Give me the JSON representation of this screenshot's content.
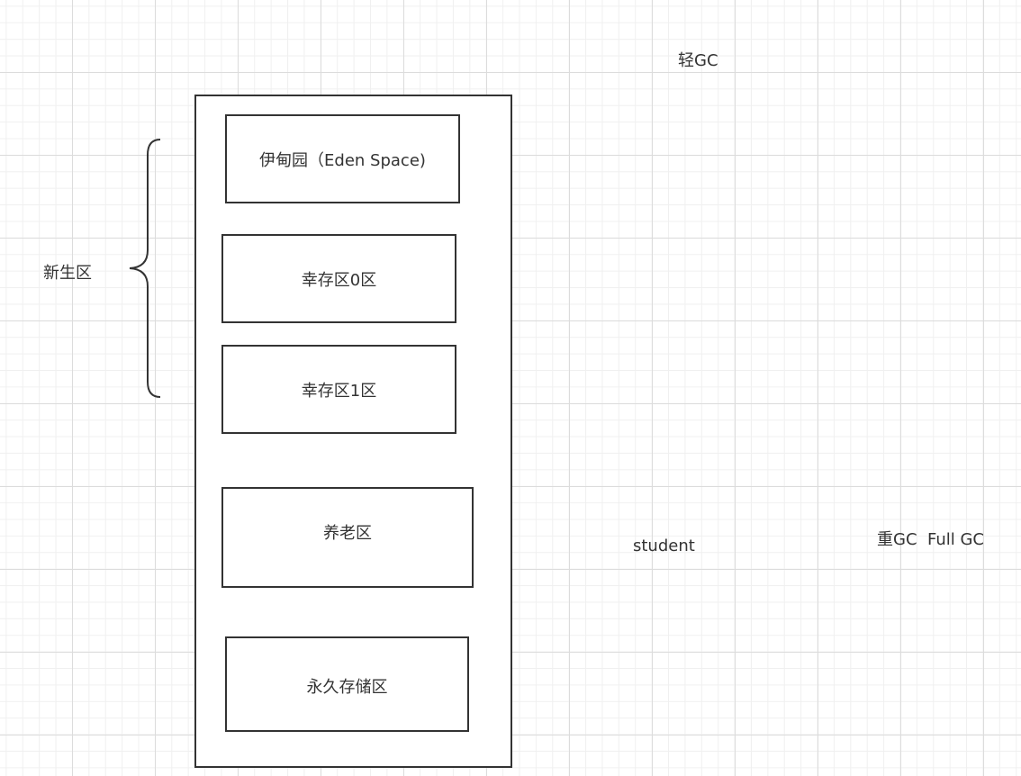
{
  "diagram": {
    "heap_container": {},
    "regions": {
      "eden": "伊甸园（Eden Space)",
      "survivor0": "幸存区0区",
      "survivor1": "幸存区1区",
      "old_gen": "养老区",
      "permanent": "永久存储区"
    },
    "labels": {
      "new_gen": "新生区",
      "minor_gc": "轻GC",
      "student": "student",
      "full_gc": "重GC  Full GC"
    },
    "colors": {
      "stroke": "#333333",
      "grid_major": "#dcdcdc",
      "grid_minor": "#f0f0f0",
      "background": "#ffffff"
    }
  }
}
